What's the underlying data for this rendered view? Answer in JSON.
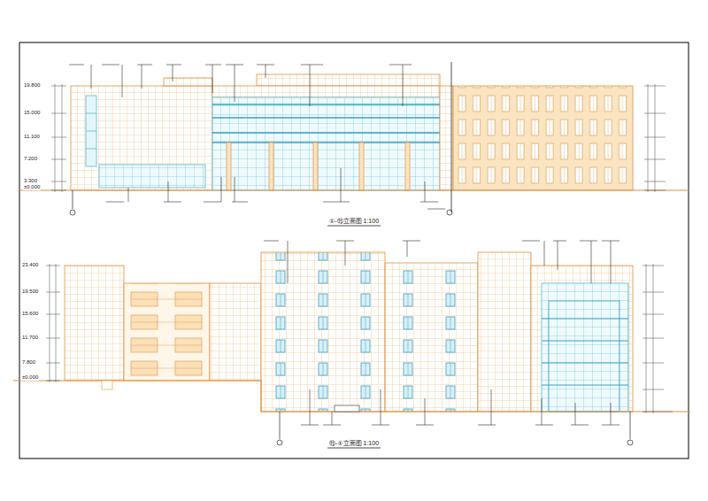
{
  "diagram": {
    "labels": [
      "①-⑪立面图 1:100",
      "⑪-①立面图 1:100",
      "19.800",
      "15.000",
      "11.100",
      "7.200",
      "3.300",
      "±0.000",
      "23.400",
      "19.500",
      "15.600",
      "11.700",
      "7.800",
      "±0.000"
    ]
  }
}
